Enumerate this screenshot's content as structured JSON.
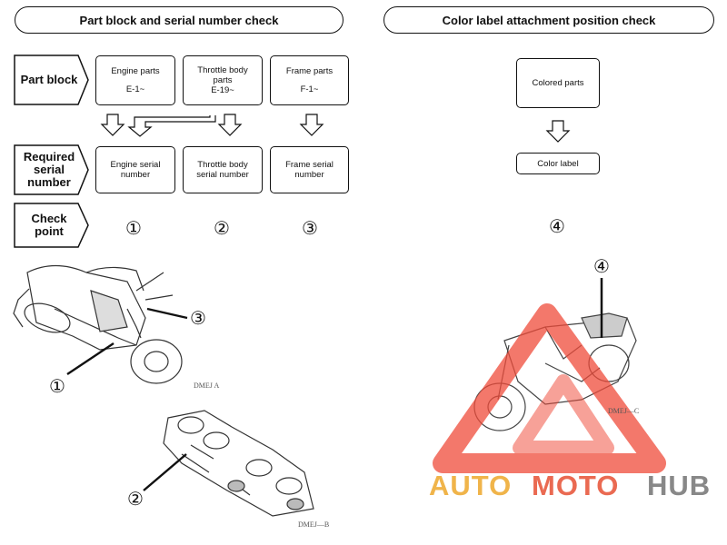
{
  "headers": {
    "left": "Part block and serial number check",
    "right": "Color label attachment position check"
  },
  "row_labels": {
    "part_block": "Part block",
    "required": [
      "Required",
      "serial",
      "number"
    ],
    "check_point": [
      "Check",
      "point"
    ]
  },
  "part_blocks": [
    {
      "name": [
        "Engine parts"
      ],
      "code": "E-1~"
    },
    {
      "name": [
        "Throttle body",
        "parts"
      ],
      "code": "E-19~"
    },
    {
      "name": [
        "Frame parts"
      ],
      "code": "F-1~"
    }
  ],
  "serials": [
    [
      "Engine serial",
      "number"
    ],
    [
      "Throttle body",
      "serial number"
    ],
    [
      "Frame serial",
      "number"
    ]
  ],
  "check_points": [
    "①",
    "②",
    "③"
  ],
  "color_flow": {
    "top": "Colored parts",
    "bottom": "Color label",
    "point": "④"
  },
  "callouts": {
    "motorcycle_a": [
      "①",
      "③"
    ],
    "throttle": "②",
    "motorcycle_c": "④"
  },
  "image_codes": {
    "a": "DMEJ   A",
    "b": "DMEJ—B",
    "c": "DMEJ—C"
  },
  "watermark": {
    "auto": "AUTO",
    "moto": "MOTO",
    "hub": "HUB",
    "colors": {
      "auto": "#f0b44a",
      "moto": "#ea6a52",
      "hub": "#888888",
      "triangle": "#ef4b3a"
    }
  }
}
